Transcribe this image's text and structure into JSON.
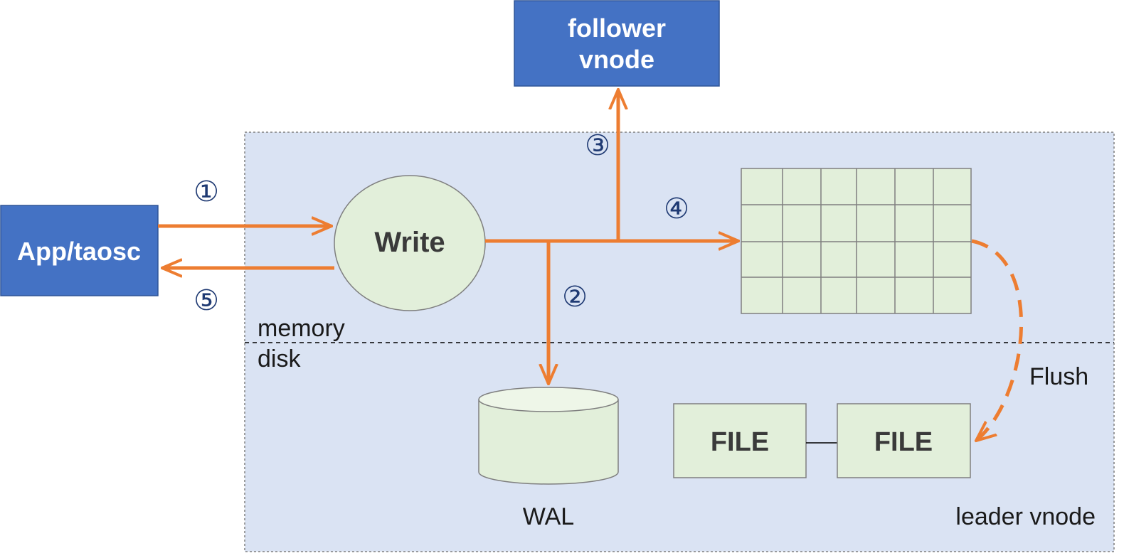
{
  "nodes": {
    "follower": {
      "line1": "follower",
      "line2": "vnode"
    },
    "app": "App/taosc",
    "write": "Write",
    "wal": "WAL",
    "file1": "FILE",
    "file2": "FILE"
  },
  "labels": {
    "memory": "memory",
    "disk": "disk",
    "flush": "Flush",
    "leader": "leader vnode"
  },
  "steps": [
    "①",
    "②",
    "③",
    "④",
    "⑤"
  ],
  "colors": {
    "blue_box": "#4472c4",
    "container_fill": "#dae3f3",
    "node_fill": "#e2efda",
    "arrow": "#ed7d31"
  }
}
